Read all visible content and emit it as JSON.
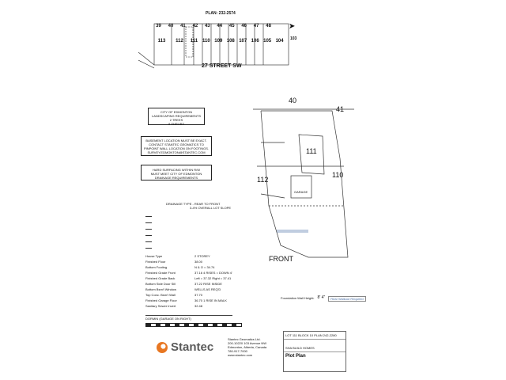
{
  "key_plan": {
    "plan_label": "PLAN: 232-2574",
    "lots_top": [
      "39",
      "40",
      "41",
      "42",
      "43",
      "44",
      "45",
      "46",
      "47",
      "48"
    ],
    "lots_row": [
      "113",
      "112",
      "111",
      "110",
      "109",
      "108",
      "107",
      "106",
      "105",
      "104"
    ],
    "lot_103": "103",
    "street": "27 STREET SW"
  },
  "notes": {
    "city": [
      "CITY OF EDMONTON",
      "LANDSCAPING REQUIREMENTS",
      "2 TREES",
      "8 SHRUBS"
    ],
    "basement": [
      "BASEMENT LOCATION MUST BE EXACT.",
      "CONTACT STANTEC GEOMATICS TO",
      "PINPOINT WALL LOCATION ON FOOTINGS.",
      "SURVEY.EDMONTON@STANTEC.COM"
    ],
    "hard_surfacing": [
      "HARD SURFACING WITHIN R/W",
      "MUST MEET CITY OF EDMONTON",
      "DRAINAGE REQUIREMENTS"
    ]
  },
  "plot": {
    "lot_main": "111",
    "lot_right": "110",
    "lot_left": "112",
    "lot_top_left": "40",
    "lot_top_right": "41",
    "front_label": "FRONT",
    "garage_label": "GARAGE",
    "foundation_label": "Foundation Wall Height:",
    "foundation_value": "8' 4\"",
    "rear_label": "Rear Walkout Required"
  },
  "drainage": {
    "title": "DRAINAGE TYPE - REAR TO FRONT",
    "subtitle": "3-4% OVERALL LOT SLOPE"
  },
  "facts": [
    {
      "label": "House Type",
      "value": "2 STOREY"
    },
    {
      "label": "Finished Floor",
      "value": "38.00"
    },
    {
      "label": "Bottom Footing",
      "value": "N & O = 34.74"
    },
    {
      "label": "Finished Grade Front",
      "value": "37.16 4 RISES = DOWN 4'"
    },
    {
      "label": "Finished Grade Back",
      "value": "Left = 37.32 Right = 37.41"
    },
    {
      "label": "Bottom Side Door Sill",
      "value": "37.22 RISE INSIDE"
    },
    {
      "label": "Bottom Bsm't Window",
      "value": "WELLS AS REQ'D"
    },
    {
      "label": "Top Conc. Bsm't Wall",
      "value": "37.70"
    },
    {
      "label": "Finished Garage Floor",
      "value": "36.70  1 RISE IN MALK"
    },
    {
      "label": "Sanitary Sewer Invert",
      "value": "32.48"
    }
  ],
  "garage_note": "DORMIN (GARAGE ON RIGHT)",
  "stantec": {
    "brand": "Stantec",
    "company": "Stantec Geomatics Ltd.",
    "address1": "200-10220 103 Avenue NW",
    "address2": "Edmonton, Alberta, Canada",
    "phone": "780-917-7000",
    "web": "www.stantec.com"
  },
  "title_block": {
    "lot_line": "LOT 111  BLOCK 10  PLAN 242-2280",
    "builder": "SHA BUILD HOMES",
    "doc_title": "Plot Plan"
  },
  "colors": {
    "ink": "#222222",
    "stantec_orange": "#e87722",
    "stantec_grey": "#5a5a5a",
    "lot_blue": "#4a6fa5"
  }
}
